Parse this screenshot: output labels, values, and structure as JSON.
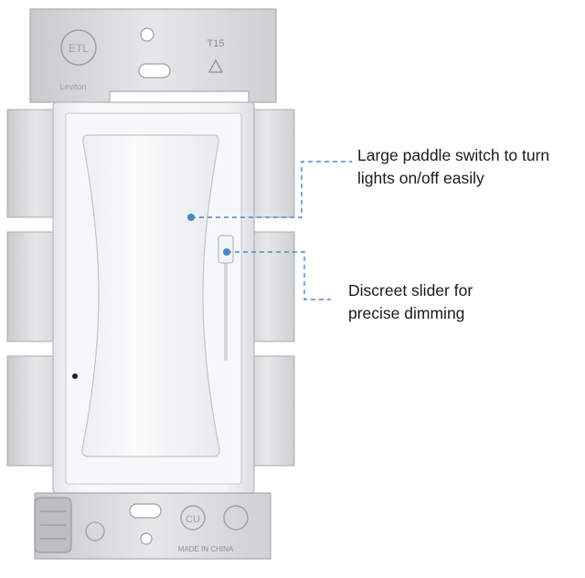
{
  "product": {
    "plate_markings_top": [
      "ETL",
      "T15",
      "Leviton"
    ],
    "plate_markings_bottom": [
      "CU",
      "MADE IN CHINA"
    ]
  },
  "callouts": [
    {
      "lines": [
        "Large paddle switch to turn",
        "lights on/off easily"
      ]
    },
    {
      "lines": [
        "Discreet slider for",
        "precise dimming"
      ]
    }
  ],
  "colors": {
    "callout_line": "#4f86c6",
    "callout_dot": "#4f86c6",
    "text": "#1a1a1a",
    "metal": "#d9dadc",
    "switch_body": "#f4f5f6"
  }
}
